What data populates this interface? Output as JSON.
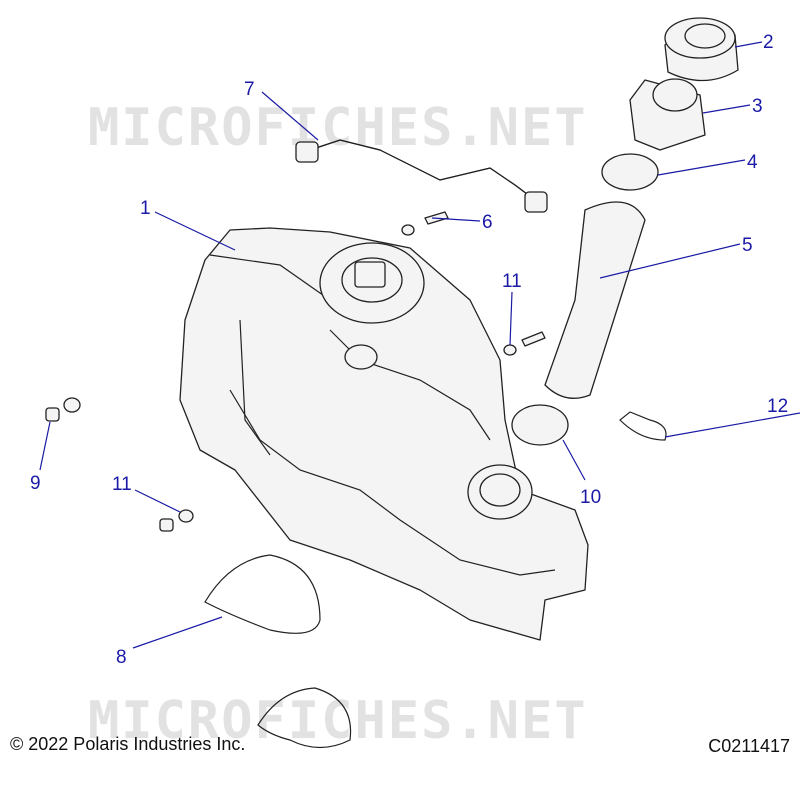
{
  "watermarks": [
    "MICROFICHES.NET",
    "MICROFICHES.NET"
  ],
  "callouts": [
    {
      "id": "1",
      "label": "1"
    },
    {
      "id": "2",
      "label": "2"
    },
    {
      "id": "3",
      "label": "3"
    },
    {
      "id": "4",
      "label": "4"
    },
    {
      "id": "5",
      "label": "5"
    },
    {
      "id": "6",
      "label": "6"
    },
    {
      "id": "7",
      "label": "7"
    },
    {
      "id": "8",
      "label": "8"
    },
    {
      "id": "9",
      "label": "9"
    },
    {
      "id": "10",
      "label": "10"
    },
    {
      "id": "11a",
      "label": "11"
    },
    {
      "id": "11b",
      "label": "11"
    },
    {
      "id": "12",
      "label": "12"
    }
  ],
  "footer": {
    "copyright": "© 2022 Polaris Industries Inc.",
    "code": "C0211417"
  },
  "colors": {
    "callout": "#1a1aa6",
    "watermark": "#e2e2e2",
    "linework": "#222222"
  }
}
